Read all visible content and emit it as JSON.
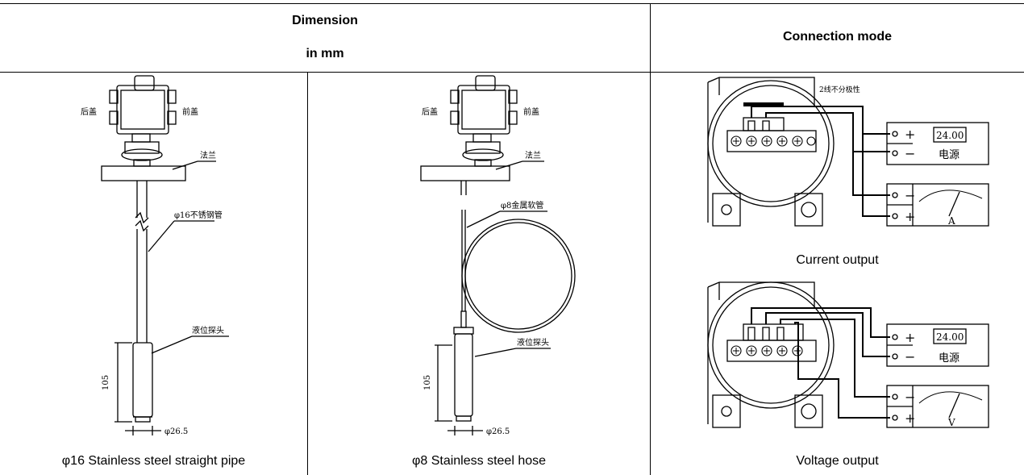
{
  "header": {
    "dimension_line1": "Dimension",
    "dimension_line2": "in mm",
    "connection": "Connection mode"
  },
  "drawings": {
    "pipe": {
      "caption": "φ16 Stainless steel straight pipe",
      "rear_cover": "后盖",
      "front_cover": "前盖",
      "flange": "法兰",
      "pipe_label": "φ16不锈钢管",
      "probe": "液位探头",
      "length": "105",
      "diameter": "φ26.5"
    },
    "hose": {
      "caption": "φ8 Stainless steel hose",
      "rear_cover": "后盖",
      "front_cover": "前盖",
      "flange": "法兰",
      "hose_label": "φ8金属软管",
      "probe": "液位探头",
      "length": "105",
      "diameter": "φ26.5"
    }
  },
  "connection": {
    "current": {
      "caption": "Current output",
      "note": "2线不分极性",
      "display": "24.00",
      "power": "电源",
      "plus": "+",
      "minus": "−",
      "meter_unit": "A"
    },
    "voltage": {
      "caption": "Voltage output",
      "display": "24.00",
      "power": "电源",
      "plus": "+",
      "minus": "−",
      "meter_unit": "V"
    }
  }
}
